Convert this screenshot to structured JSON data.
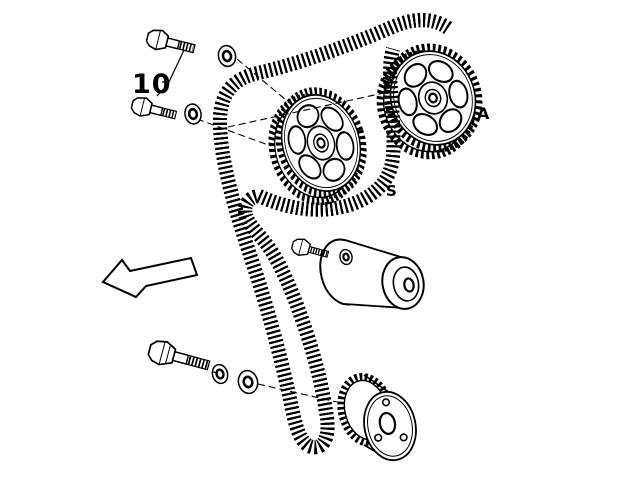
{
  "diagram": {
    "type": "exploded-parts-diagram",
    "labels": {
      "group_number": "10",
      "sprocket_a": "A",
      "sprocket_s": "S"
    },
    "colors": {
      "background": "#ffffff",
      "line": "#000000"
    },
    "parts": [
      "timing-belt",
      "camshaft-sprocket-a",
      "camshaft-sprocket-s",
      "crankshaft-sprocket",
      "tensioner-pulley",
      "camshaft-bolt-1",
      "camshaft-bolt-2",
      "tensioner-bolt",
      "crankshaft-bolt",
      "washer-1",
      "washer-2",
      "tensioner-washer",
      "lock-washer",
      "flat-washer",
      "direction-arrow"
    ]
  }
}
